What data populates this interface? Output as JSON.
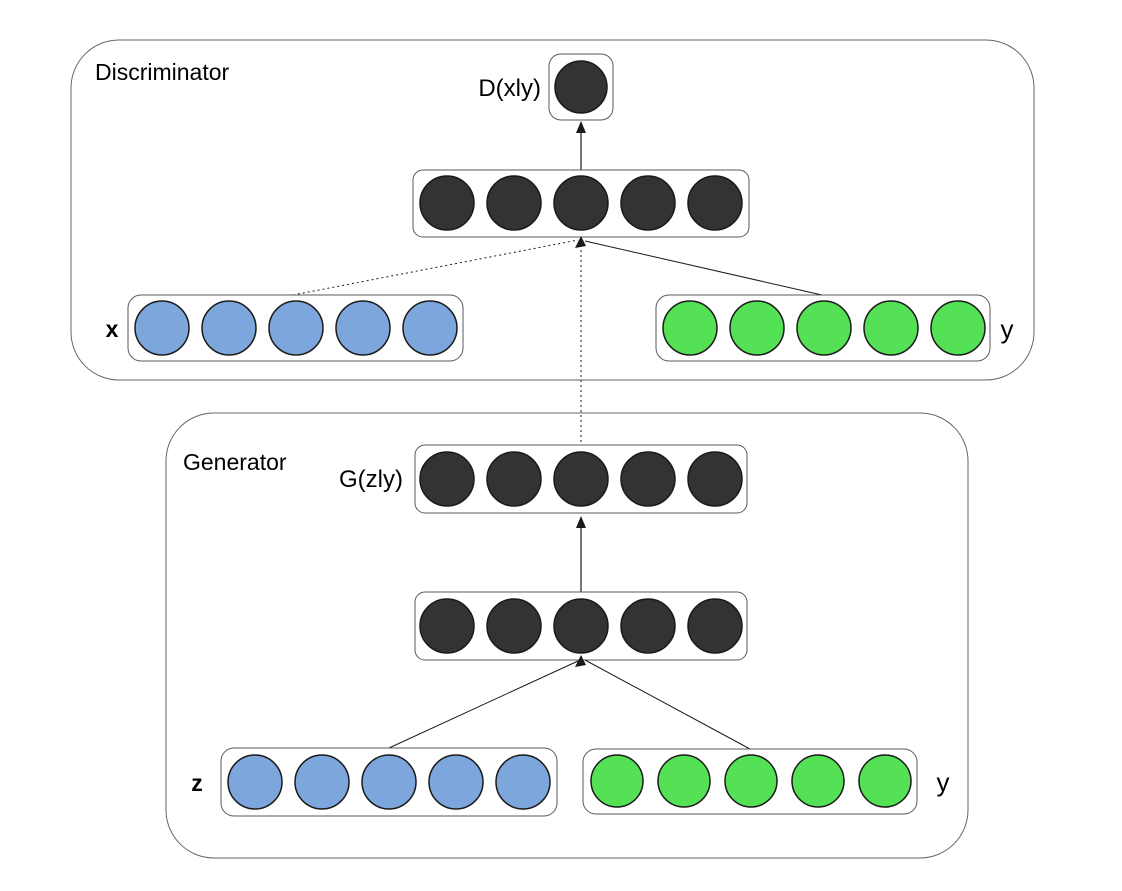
{
  "colors": {
    "background": "#ffffff",
    "node_dark": "#333333",
    "node_blue": "#7da7dc",
    "node_green": "#55e155",
    "node_border": "#1a1a1a",
    "box_border": "#595959",
    "outer_border": "#666666",
    "line": "#1a1a1a"
  },
  "discriminator": {
    "title": "Discriminator",
    "output_label": "D(xly)",
    "output_nodes": 1,
    "hidden_nodes": 5,
    "inputs": [
      {
        "label": "x",
        "nodes": 5,
        "color": "blue",
        "side": "left"
      },
      {
        "label": "y",
        "nodes": 5,
        "color": "green",
        "side": "right"
      }
    ]
  },
  "generator": {
    "title": "Generator",
    "output_label": "G(zly)",
    "output_nodes": 5,
    "hidden_nodes": 5,
    "inputs": [
      {
        "label": "z",
        "nodes": 5,
        "color": "blue",
        "side": "left"
      },
      {
        "label": "y",
        "nodes": 5,
        "color": "green",
        "side": "right"
      }
    ]
  }
}
